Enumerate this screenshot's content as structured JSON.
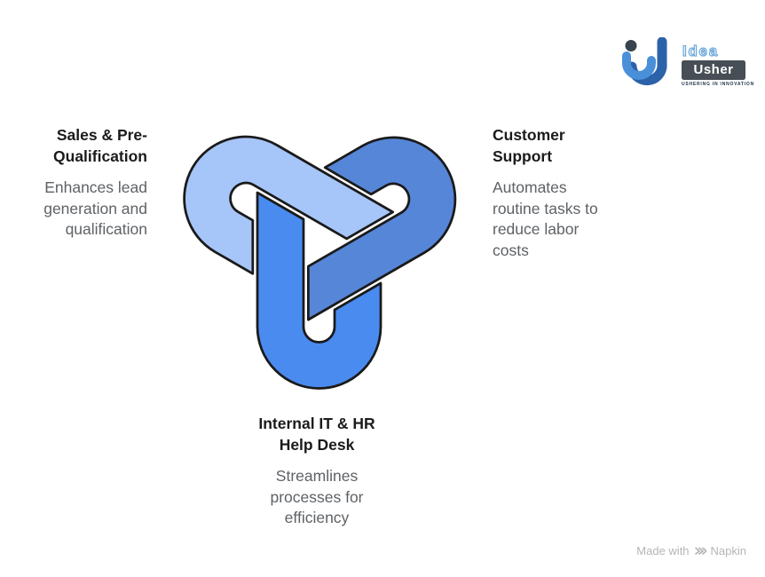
{
  "page": {
    "background": "#ffffff"
  },
  "brand_logo": {
    "brand_line1": "Idea",
    "brand_line2": "Usher",
    "tagline": "USHERING IN INNOVATION",
    "colors": {
      "mark_light": "#4A90D8",
      "mark_dark": "#2C62A9",
      "dot": "#39434E",
      "idea_outline": "#6FA9DC",
      "usher_bg": "#474E55",
      "usher_text": "#FFFFFF",
      "tagline_text": "#223649"
    }
  },
  "knot": {
    "type": "triquetra-interlocking-loops",
    "colors": {
      "sales": "#A6C5F8",
      "customer": "#5686D8",
      "helpdesk": "#4A8BF0",
      "outline": "#1A1A1A"
    }
  },
  "labels": {
    "sales": {
      "title_lines": [
        "Sales & Pre-",
        "Qualification"
      ],
      "desc_lines": [
        "Enhances lead",
        "generation and",
        "qualification"
      ]
    },
    "customer": {
      "title_lines": [
        "Customer",
        "Support"
      ],
      "desc_lines": [
        "Automates",
        "routine tasks to",
        "reduce labor",
        "costs"
      ]
    },
    "helpdesk": {
      "title_lines": [
        "Internal IT & HR",
        "Help Desk"
      ],
      "desc_lines": [
        "Streamlines",
        "processes for",
        "efficiency"
      ]
    }
  },
  "footer": {
    "made_with": "Made with",
    "brand": "Napkin"
  }
}
